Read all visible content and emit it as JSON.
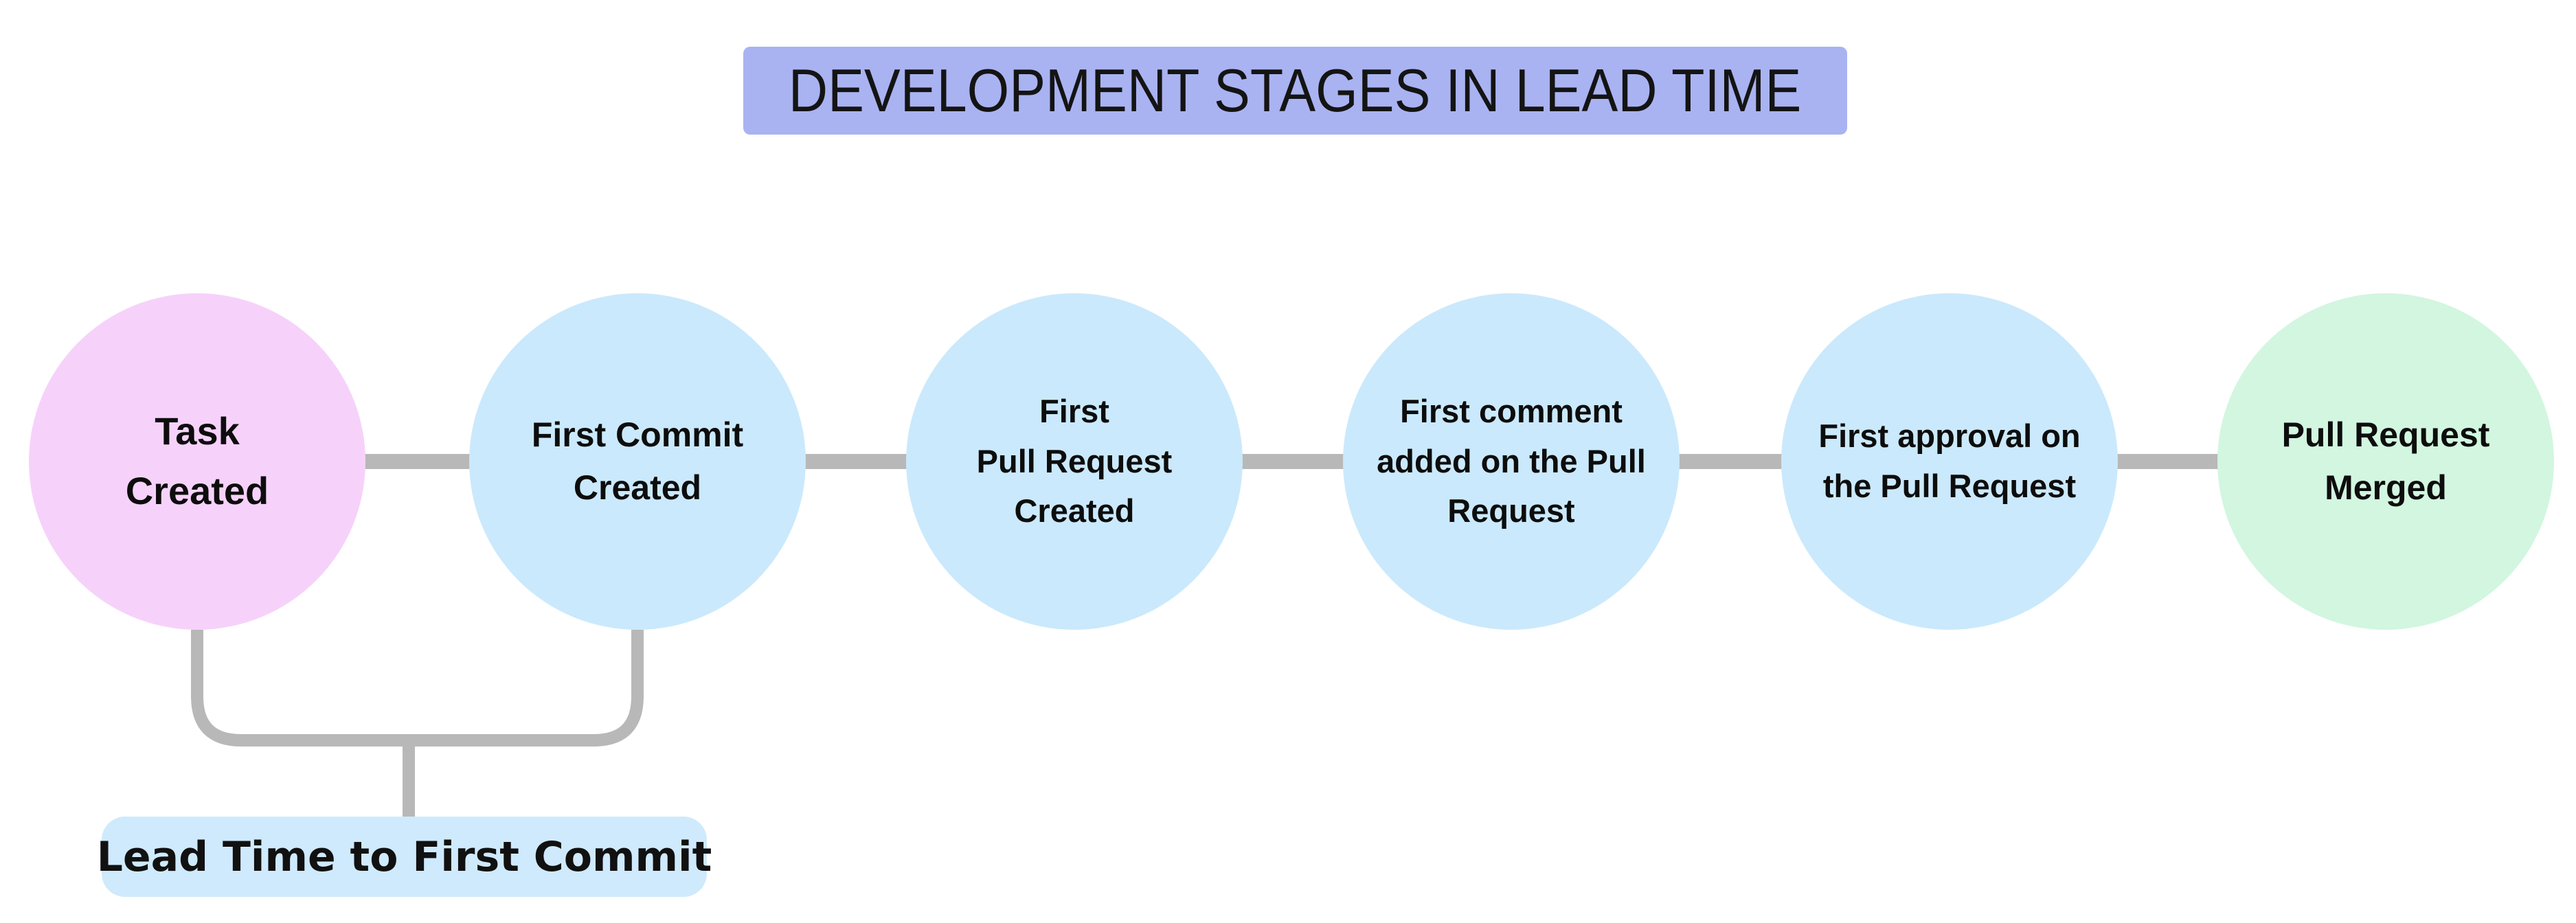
{
  "title": {
    "text": "DEVELOPMENT STAGES IN LEAD TIME",
    "bg_color": "#a9b3f1"
  },
  "stages": [
    {
      "label": "Task\nCreated",
      "color": "#f6d2fa"
    },
    {
      "label": "First Commit\nCreated",
      "color": "#cbe9fc"
    },
    {
      "label": "First\nPull Request\nCreated",
      "color": "#cbe9fc"
    },
    {
      "label": "First comment\nadded on the Pull\nRequest",
      "color": "#cbe9fc"
    },
    {
      "label": "First approval on\nthe Pull Request",
      "color": "#cbe9fc"
    },
    {
      "label": "Pull Request\nMerged",
      "color": "#d2f6e0"
    }
  ],
  "bracket_annotation": {
    "label": "Lead Time to First Commit",
    "bg_color": "#cfeafc"
  },
  "connector_color": "#b8b8b8"
}
